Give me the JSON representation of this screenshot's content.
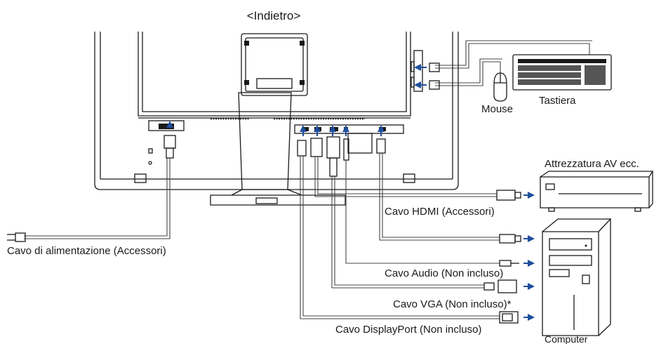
{
  "title": "<Indietro>",
  "labels": {
    "keyboard": "Tastiera",
    "mouse": "Mouse",
    "av_equipment": "Attrezzatura AV ecc.",
    "hdmi_cable": "Cavo HDMI (Accessori)",
    "power_cable": "Cavo di alimentazione (Accessori)",
    "audio_cable": "Cavo Audio (Non incluso)",
    "vga_cable": "Cavo VGA (Non incluso)*",
    "displayport_cable": "Cavo DisplayPort (Non incluso)",
    "computer": "Computer"
  },
  "colors": {
    "arrow": "#1f4e9c",
    "line": "#1a1a1a"
  }
}
